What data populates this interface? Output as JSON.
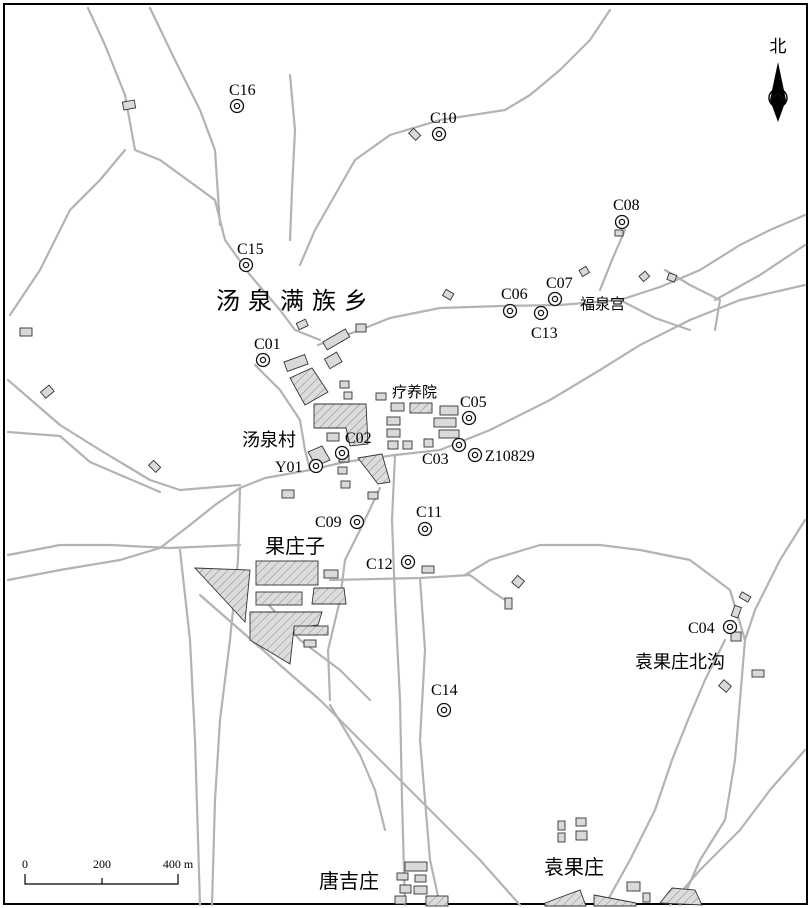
{
  "north": {
    "label": "北"
  },
  "places": {
    "township": "汤泉满族乡",
    "fuquangong": "福泉宫",
    "liaoyangyuan": "疗养院",
    "tangquancun": "汤泉村",
    "guozhuangzi": "果庄子",
    "yuanguozhuang_beigou": "袁果庄北沟",
    "tangjizhuang": "唐吉庄",
    "yuanguozhuang": "袁果庄"
  },
  "sites": [
    {
      "id": "C16"
    },
    {
      "id": "C10"
    },
    {
      "id": "C08"
    },
    {
      "id": "C15"
    },
    {
      "id": "C07"
    },
    {
      "id": "C06"
    },
    {
      "id": "C13"
    },
    {
      "id": "C01"
    },
    {
      "id": "C05"
    },
    {
      "id": "C02"
    },
    {
      "id": "C03"
    },
    {
      "id": "Z10829"
    },
    {
      "id": "Y01"
    },
    {
      "id": "C09"
    },
    {
      "id": "C11"
    },
    {
      "id": "C12"
    },
    {
      "id": "C04"
    },
    {
      "id": "C14"
    }
  ],
  "scale": {
    "ticks": [
      "0",
      "200",
      "400 m"
    ]
  }
}
